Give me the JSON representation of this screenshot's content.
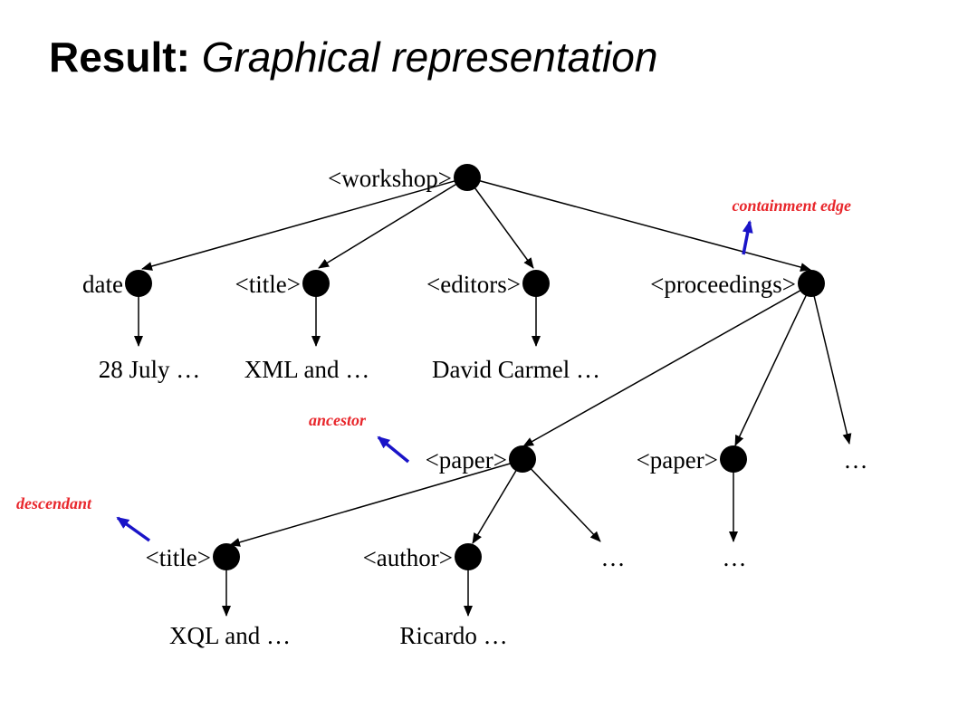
{
  "title": {
    "lead": "Result:",
    "rest": "Graphical representation"
  },
  "colors": {
    "annotation_text": "#e8262b",
    "annotation_arrow": "#1a14c8",
    "tree": "#000000"
  },
  "tree": {
    "workshop": "<workshop>",
    "date": "date",
    "title": "<title>",
    "editors": "<editors>",
    "proceedings": "<proceedings>",
    "paper1": "<paper>",
    "paper2": "<paper>",
    "ellipsis": "…",
    "paper_title": "<title>",
    "author": "<author>"
  },
  "leaves": {
    "date_value": "28 July …",
    "title_value": "XML and …",
    "editors_value": "David Carmel …",
    "paper_title_value": "XQL and …",
    "author_value": "Ricardo …",
    "paper1_more": "…",
    "paper2_more": "…"
  },
  "annotations": {
    "containment_edge": "containment edge",
    "ancestor": "ancestor",
    "descendant": "descendant"
  }
}
